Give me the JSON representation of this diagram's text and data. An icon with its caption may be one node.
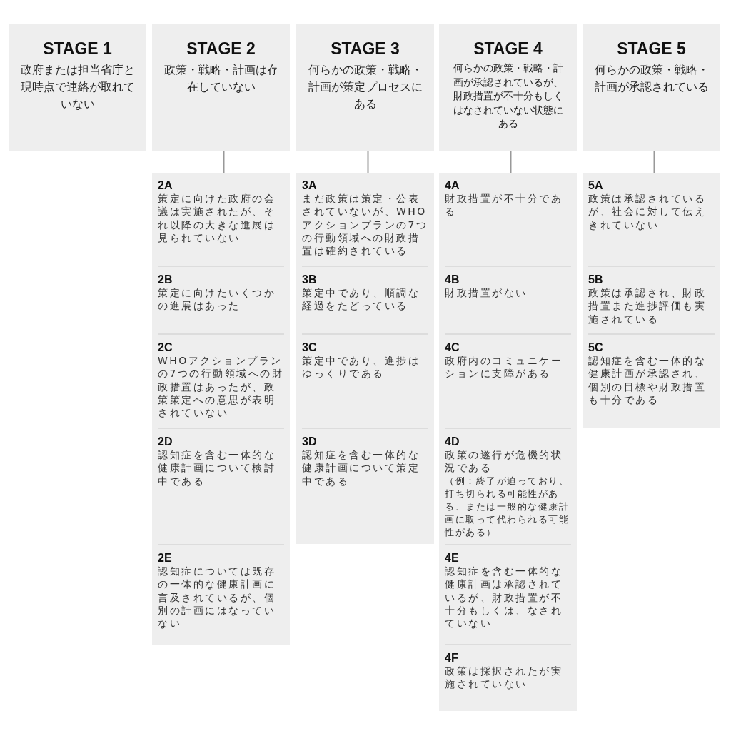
{
  "diagram": {
    "nodes": [
      {
        "text": [
          "STAGE 1",
          "政府または担当省庁と現時点で連絡が取れていない"
        ]
      },
      {
        "text": [
          "STAGE 2",
          "政策・戦略・計画は存在していない"
        ]
      },
      {
        "text": [
          "STAGE 3",
          "何らかの政策・戦略・計画が策定プロセスにある"
        ]
      },
      {
        "text": [
          "STAGE 4",
          "何らかの政策・戦略・計画が承認されているが、財政措置が不十分もしくはなされていない状態にある"
        ]
      },
      {
        "text": [
          "STAGE 5",
          "何らかの政策・戦略・計画が承認されている"
        ]
      },
      {
        "text": [],
        "shape": "box"
      },
      {
        "text": [
          "2A",
          "策定に向けた政府の会議は実施されたが、それ以降の大きな進展は見られていない"
        ],
        "in": 5
      },
      {
        "text": [
          "2B",
          "策定に向けたいくつかの進展はあった"
        ],
        "in": 5
      },
      {
        "text": [
          "2C",
          "WHOアクションプランの7つの行動領域への財政措置はあったが、政策策定への意思が表明されていない"
        ],
        "in": 5
      },
      {
        "text": [
          "2D",
          "認知症を含む一体的な健康計画について検討中である"
        ],
        "in": 5
      },
      {
        "text": [
          "2E",
          "認知症については既存の一体的な健康計画に言及されているが、個別の計画にはなっていない"
        ],
        "in": 5
      },
      {
        "text": [],
        "shape": "box"
      },
      {
        "text": [
          "3A",
          "まだ政策は策定・公表されていないが、WHOアクションプランの7つの行動領域への財政措置は確約されている"
        ],
        "in": 11
      },
      {
        "text": [
          "3B",
          "策定中であり、順調な経過をたどっている"
        ],
        "in": 11
      },
      {
        "text": [
          "3C",
          "策定中であり、進捗はゆっくりである"
        ],
        "in": 11
      },
      {
        "text": [
          "3D",
          "認知症を含む一体的な健康計画について策定中である"
        ],
        "in": 11
      },
      {
        "text": [],
        "shape": "box"
      },
      {
        "text": [
          "4A",
          "財政措置が不十分である"
        ],
        "in": 16
      },
      {
        "text": [
          "4B",
          "財政措置がない"
        ],
        "in": 16
      },
      {
        "text": [
          "4C",
          "政府内のコミュニケーションに支障がある"
        ],
        "in": 16
      },
      {
        "text": [
          "4D",
          "政策の遂行が危機的状況である",
          "（例：終了が迫っており、打ち切られる可能性がある、または一般的な健康計画に取って代わられる可能性がある）"
        ],
        "in": 16
      },
      {
        "text": [
          "4E",
          "認知症を含む一体的な健康計画は承認されているが、財政措置が不十分もしくは、なされていない"
        ],
        "in": 16
      },
      {
        "text": [
          "4F",
          "政策は採択されたが実施されていない"
        ],
        "in": 16
      },
      {
        "text": [],
        "shape": "box"
      },
      {
        "text": [
          "5A",
          "政策は承認されているが、社会に対して伝えきれていない"
        ],
        "in": 23
      },
      {
        "text": [
          "5B",
          "政策は承認され、財政措置また進捗評価も実施されている"
        ],
        "in": 23
      },
      {
        "text": [
          "5C",
          "認知症を含む一体的な健康計画が承認され、個別の目標や財政措置も十分である"
        ],
        "in": 23
      }
    ],
    "edges": [
      {
        "from": 1,
        "to": 5,
        "arrow": "none"
      },
      {
        "from": 2,
        "to": 11,
        "arrow": "none"
      },
      {
        "from": 3,
        "to": 16,
        "arrow": "none"
      },
      {
        "from": 4,
        "to": 23,
        "arrow": "none"
      }
    ]
  }
}
